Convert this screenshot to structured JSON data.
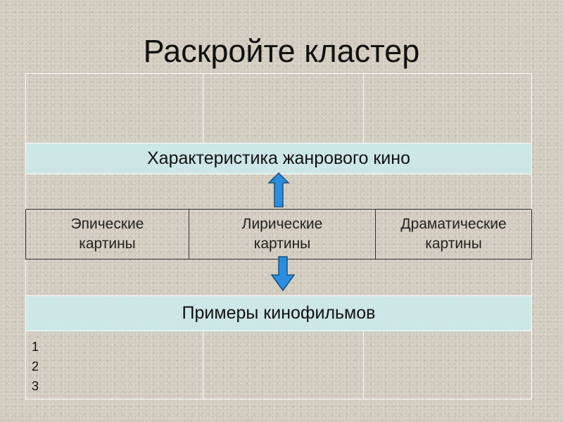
{
  "slide": {
    "title": "Раскройте кластер"
  },
  "cluster": {
    "characteristic_header": "Характеристика жанрового кино",
    "genres": [
      {
        "line1": "Эпические",
        "line2": "картины"
      },
      {
        "line1": "Лирические",
        "line2": "картины"
      },
      {
        "line1": "Драматические",
        "line2": "картины"
      }
    ],
    "examples_header": "Примеры кинофильмов",
    "example_numbers": [
      "1",
      "2",
      "3"
    ],
    "arrow_up_icon": "arrow-up-icon",
    "arrow_down_icon": "arrow-down-icon",
    "colors": {
      "header_fill": "#cde6e6",
      "arrow_fill": "#2a8ee0",
      "arrow_stroke": "#1d4f7a"
    }
  }
}
